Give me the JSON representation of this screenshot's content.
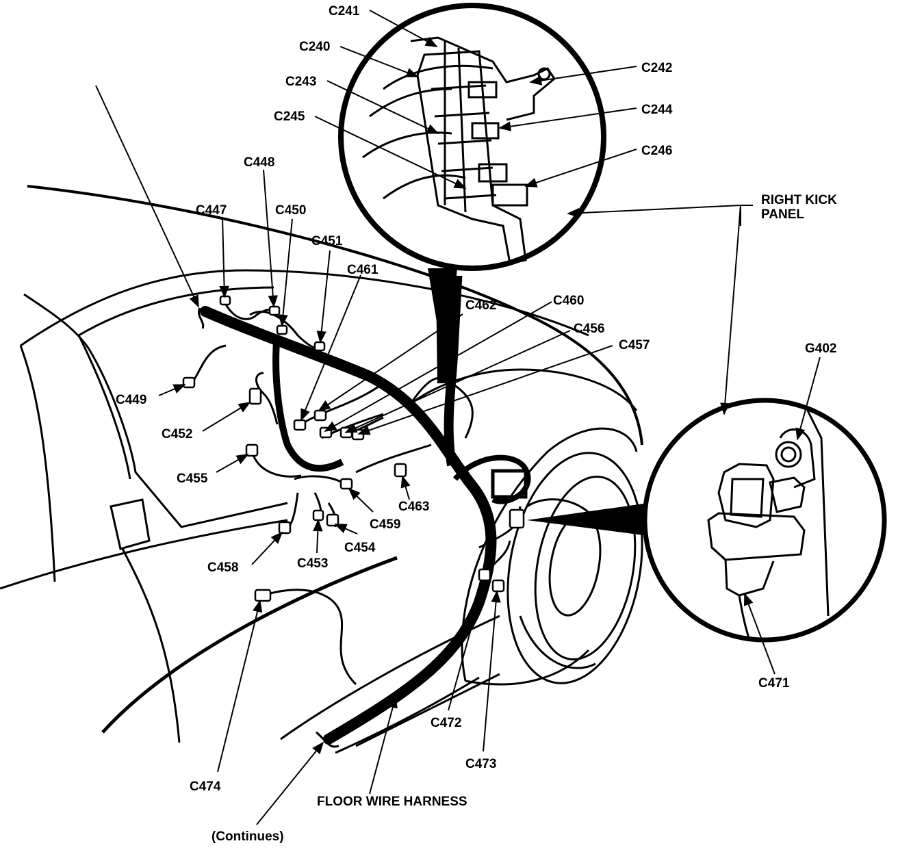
{
  "labels": {
    "c241": "C241",
    "c240": "C240",
    "c243": "C243",
    "c245": "C245",
    "c242": "C242",
    "c244": "C244",
    "c246": "C246",
    "c448": "C448",
    "c447": "C447",
    "c450": "C450",
    "c451": "C451",
    "c461": "C461",
    "c462": "C462",
    "c460": "C460",
    "c456": "C456",
    "c457": "C457",
    "right_kick_panel_1": "RIGHT KICK",
    "right_kick_panel_2": "PANEL",
    "g402": "G402",
    "c449": "C449",
    "c452": "C452",
    "c455": "C455",
    "c463": "C463",
    "c459": "C459",
    "c454": "C454",
    "c453": "C453",
    "c458": "C458",
    "c471": "C471",
    "c472": "C472",
    "c473": "C473",
    "c474": "C474",
    "floor_wire_harness": "FLOOR WIRE HARNESS",
    "continues": "(Continues)"
  }
}
